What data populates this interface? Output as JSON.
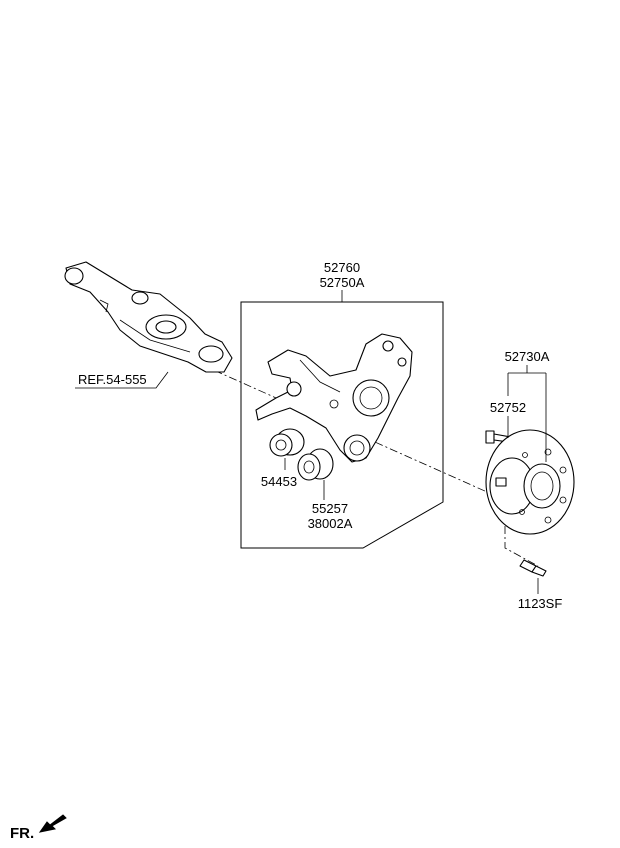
{
  "labels": {
    "knuckle_part_a": "52760",
    "knuckle_part_b": "52750A",
    "hub_assembly": "52730A",
    "hub_bolt": "52752",
    "bushing_small": "54453",
    "bushing_large_a": "55257",
    "bushing_large_b": "38002A",
    "hub_mount_bolt": "1123SF",
    "reference": "REF.54-555",
    "front_indicator": "FR."
  },
  "icons": {
    "front_arrow": "arrow-left-down-icon"
  },
  "colors": {
    "line": "#000000",
    "background": "#ffffff"
  }
}
